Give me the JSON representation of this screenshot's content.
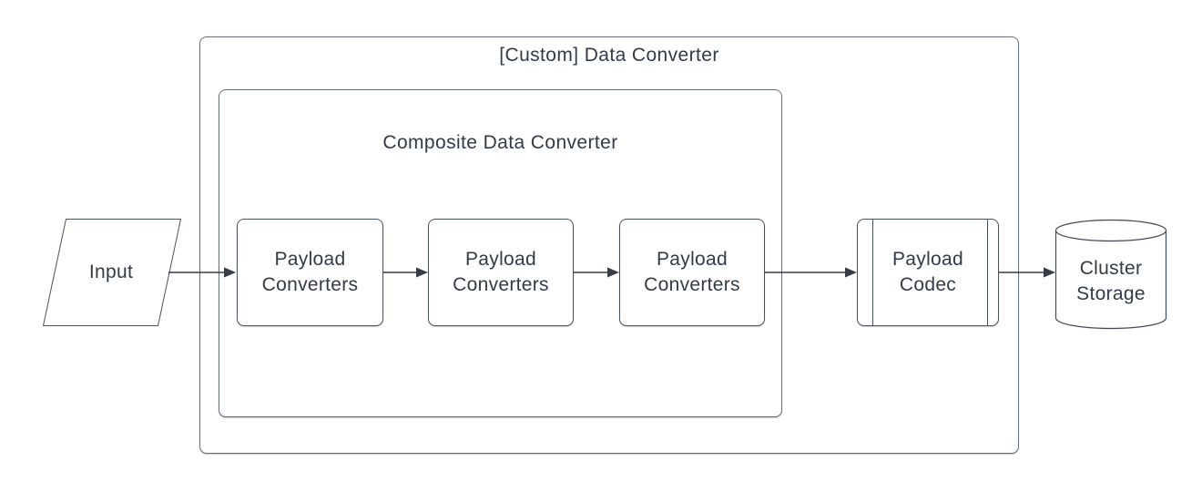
{
  "diagram": {
    "outer_container_title": "[Custom] Data Converter",
    "inner_container_title": "Composite Data Converter",
    "nodes": {
      "input": {
        "label": "Input",
        "shape": "parallelogram"
      },
      "converter_1": {
        "label": "Payload Converters",
        "shape": "rounded-rectangle"
      },
      "converter_2": {
        "label": "Payload Converters",
        "shape": "rounded-rectangle"
      },
      "converter_3": {
        "label": "Payload Converters",
        "shape": "rounded-rectangle"
      },
      "payload_codec": {
        "label": "Payload Codec",
        "shape": "predefined-process"
      },
      "cluster_storage": {
        "label": "Cluster Storage",
        "shape": "cylinder"
      }
    },
    "flow": [
      "input",
      "converter_1",
      "converter_2",
      "converter_3",
      "payload_codec",
      "cluster_storage"
    ]
  },
  "colors": {
    "background": "#ffffff",
    "text": "#333b47",
    "shape_border": "#4b515c",
    "container_border": "#686e77",
    "arrow": "#363d49"
  }
}
